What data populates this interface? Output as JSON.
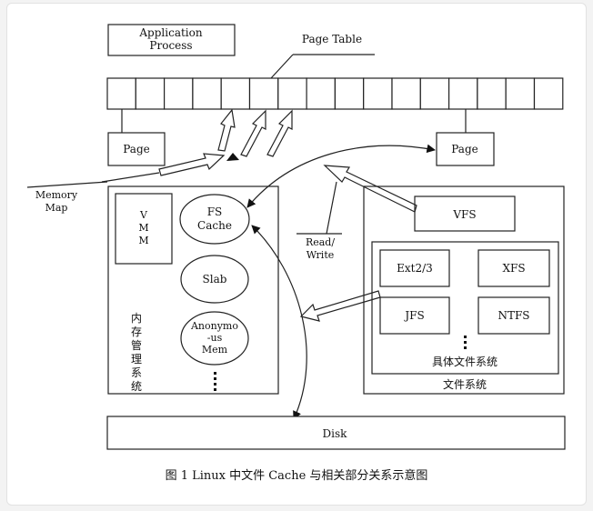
{
  "diagram": {
    "application_process": [
      "Application",
      "Process"
    ],
    "page_table": "Page Table",
    "page_left": "Page",
    "page_right": "Page",
    "memory_map": [
      "Memory",
      "Map"
    ],
    "vmm": [
      "V",
      "M",
      "M"
    ],
    "fs_cache": [
      "FS",
      "Cache"
    ],
    "slab": "Slab",
    "anon_mem": [
      "Anonymo",
      "-us",
      "Mem"
    ],
    "mem_mgmt_vertical": [
      "内",
      "存",
      "管",
      "理",
      "系",
      "统"
    ],
    "read_write": [
      "Read/",
      "Write"
    ],
    "vfs": "VFS",
    "ext": "Ext2/3",
    "xfs": "XFS",
    "jfs": "JFS",
    "ntfs": "NTFS",
    "specific_fs": "具体文件系统",
    "file_system": "文件系统",
    "disk": "Disk",
    "caption": "图 1   Linux 中文件 Cache 与相关部分关系示意图"
  }
}
